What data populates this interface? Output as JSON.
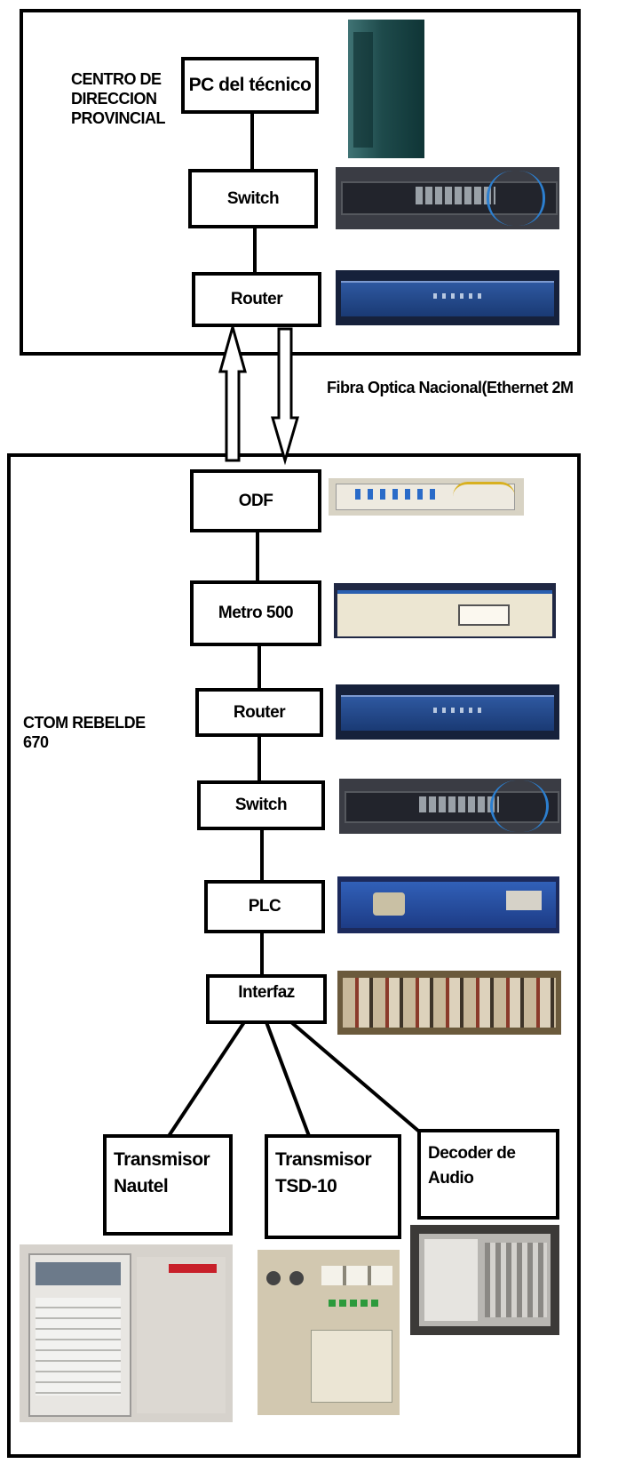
{
  "top_site": {
    "label": "CENTRO DE\nDIRECCION\nPROVINCIAL"
  },
  "bottom_site": {
    "label": "CTOM REBELDE\n670"
  },
  "link_label": "Fibra Optica Nacional(Ethernet 2M",
  "nodes": {
    "pc": "PC del técnico",
    "switch_top": "Switch",
    "router_top": "Router",
    "odf": "ODF",
    "metro": "Metro 500",
    "router_bottom": "Router",
    "switch_bottom": "Switch",
    "plc": "PLC",
    "interfaz": "Interfaz",
    "tx_nautel": "Transmisor\nNautel",
    "tx_tsd": "Transmisor\nTSD-10",
    "decoder": "Decoder de\nAudio"
  },
  "colors": {
    "line": "#000000",
    "rack_dark": "#1f2a4a",
    "rack_blue": "#2a4d8c",
    "panel_beige": "#e6e0cf",
    "cabinet_teal": "#1f4a4c"
  },
  "icons": [
    "pc-tower-photo",
    "switch-rack-photo",
    "router-rack-photo",
    "odf-panel-photo",
    "metro-500-photo",
    "plc-rack-photo",
    "interface-board-photo",
    "transmitter-cabinet-photo",
    "decoder-rack-photo"
  ]
}
